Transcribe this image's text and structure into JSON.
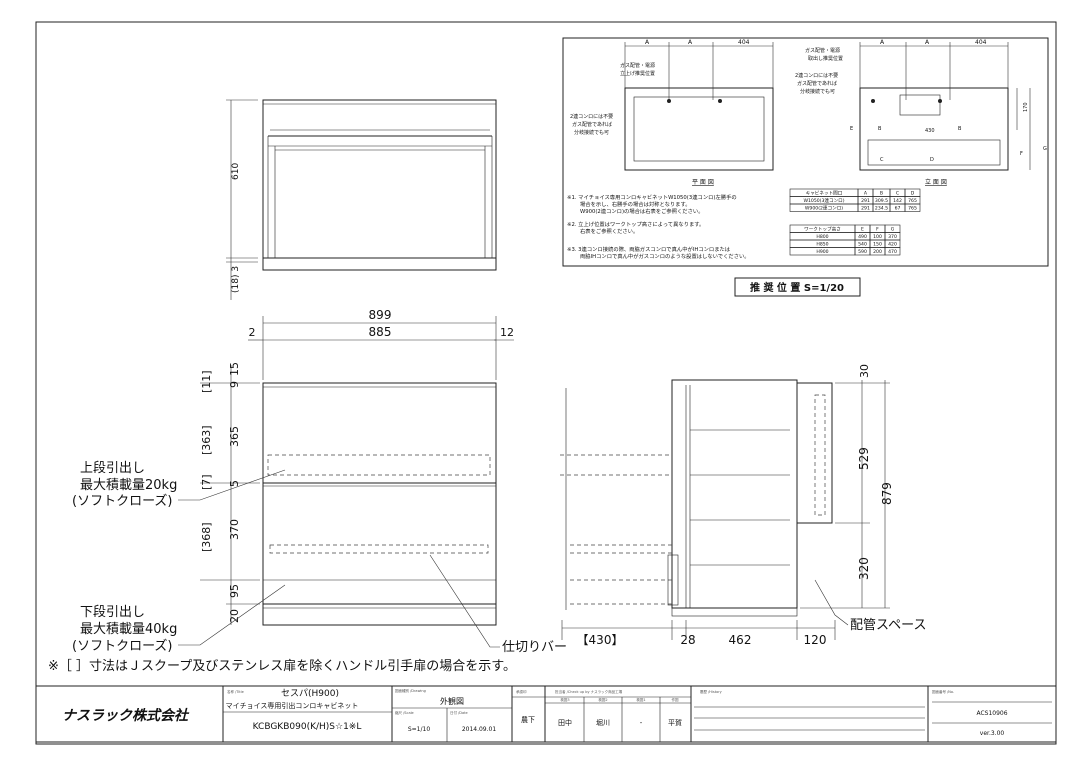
{
  "drawing": {
    "top_view": {
      "dim_height": "610",
      "dim_gap": "(18) 3"
    },
    "front_view": {
      "dim_total_width": "899",
      "dim_left": "2",
      "dim_inner": "885",
      "dim_right": "12",
      "dims_left_bracket": [
        "[11]",
        "[363]",
        "[7]",
        "[368]"
      ],
      "dims_left": [
        "9",
        "15",
        "365",
        "5",
        "370",
        "95",
        "20"
      ],
      "upper_drawer": [
        "上段引出し",
        "最大積載量20kg",
        "(ソフトクローズ)"
      ],
      "lower_drawer": [
        "下段引出し",
        "最大積載量40kg",
        "(ソフトクローズ)"
      ],
      "divider_label": "仕切りバー"
    },
    "side_view": {
      "dims_bottom": [
        "【430】",
        "28",
        "462",
        "120"
      ],
      "dims_right": [
        "30",
        "529",
        "320",
        "879"
      ],
      "piping_label": "配管スペース"
    },
    "note": "※［ ］寸法はＪスクープ及びステンレス扉を除くハンドル引手扉の場合を示す。"
  },
  "inset": {
    "plan_label": "平 面 図",
    "elev_label": "立 面 図",
    "dims_top": [
      "A",
      "A",
      "404"
    ],
    "plan_callouts": [
      "ガス配管・電源",
      "立上げ推奨位置",
      "2連コンロには不要",
      "ガス配管であれば",
      "分岐接続でも可"
    ],
    "elev_callouts": [
      "ガス配管・電源",
      "取出し推奨位置",
      "2連コンロには不要",
      "ガス配管であれば",
      "分岐接続でも可"
    ],
    "elev_dims": [
      "430",
      "170",
      "B",
      "B",
      "C",
      "D",
      "E",
      "F",
      "G"
    ],
    "notes": [
      "※1. マイチョイス専用コンロキャビネットW1050(3連コンロ)左勝手の",
      "場合を示し、右勝手の場合は対称となります。",
      "W900(2連コンロ)の場合は右表をご参照ください。",
      "※2. 立上げ位置はワークトップ高さによって異なります。",
      "右表をご参照ください。",
      "※3. 3連コンロ接続の際、両脇ガスコンロで真ん中がIHコンロまたは",
      "両脇IHコンロで真ん中がガスコンロのような設置はしないでください。"
    ],
    "table1": {
      "headers": [
        "キャビネット間口",
        "A",
        "B",
        "C",
        "D"
      ],
      "rows": [
        [
          "W1050(3連コンロ)",
          "291",
          "309.5",
          "142",
          "765"
        ],
        [
          "W900(2連コンロ)",
          "291",
          "234.5",
          "67",
          "765"
        ]
      ]
    },
    "table2": {
      "headers": [
        "ワークトップ高さ",
        "E",
        "F",
        "G"
      ],
      "rows": [
        [
          "H800",
          "490",
          "100",
          "370"
        ],
        [
          "H850",
          "540",
          "150",
          "420"
        ],
        [
          "H900",
          "590",
          "200",
          "470"
        ]
      ]
    },
    "caption": "推 奨 位 置 S=1/20"
  },
  "title_block": {
    "company": "ナスラック株式会社",
    "name_label": "名称 /Title",
    "title": "セスパ(H900)",
    "subtitle": "マイチョイス専用引出コンロキャビネット",
    "model": "KCBGKB090(K/H)S☆1※L",
    "drawing_type_label": "図面種別 /Drawing",
    "drawing_type": "外観図",
    "scale_label": "縮尺 /Scale",
    "scale": "S=1/10",
    "date_label": "日付 /Date",
    "date": "2014.09.01",
    "approval_label": "承認印",
    "approver": "農下",
    "checked_label": "担当者 /Check up by ナスラック商品工場",
    "check_cols": [
      "検図3",
      "検図2",
      "検図1",
      "作図"
    ],
    "checkers": [
      "田中",
      "堀川",
      "-",
      "平賀"
    ],
    "history_label": "履歴 /History",
    "number_label": "図面番号 /No.",
    "number": "ACS10906",
    "version": "ver.3.00"
  }
}
